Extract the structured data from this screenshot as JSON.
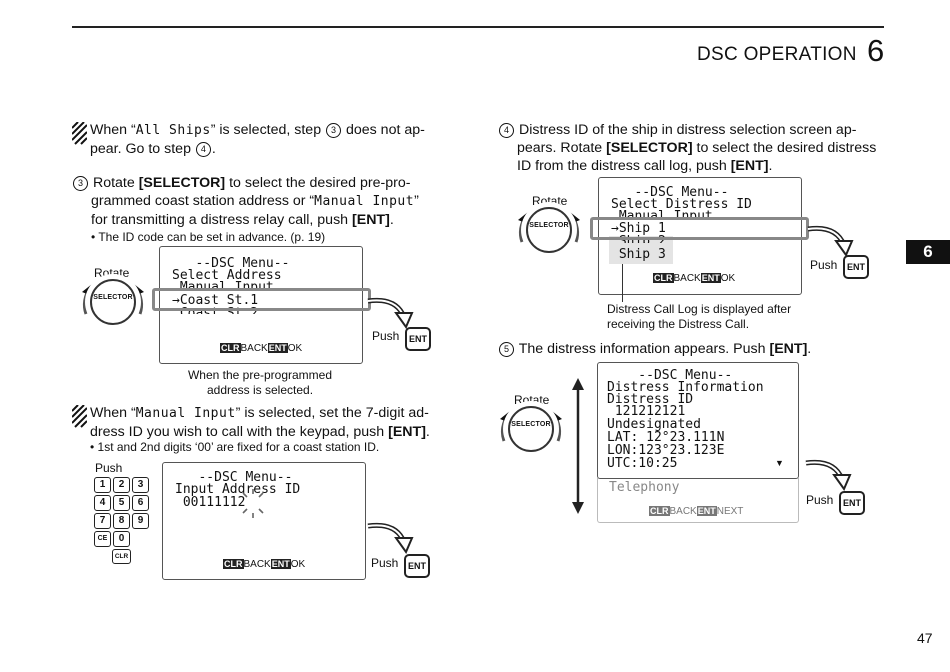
{
  "header": {
    "title": "DSC OPERATION",
    "chapter": "6",
    "side_tab": "6",
    "page_number": "47"
  },
  "left": {
    "note1": {
      "prefix": "When “",
      "mono": "All Ships",
      "mid": "” is selected, step ",
      "step_a": "3",
      "mid2": " does not ap-",
      "line2a": "pear. Go to step ",
      "step_b": "4",
      "line2b": "."
    },
    "step3": {
      "num": "3",
      "l1a": "Rotate ",
      "l1b": "[SELECTOR]",
      "l1c": " to select the desired pre-pro-",
      "l2a": "grammed coast station address or “",
      "l2mono": "Manual Input",
      "l2b": "”",
      "l3a": "for transmitting a distress relay call, push ",
      "l3b": "[ENT]",
      "l3c": ".",
      "bullet": "• The ID code can be set in advance. (p. 19)"
    },
    "fig1": {
      "rotate": "Rotate",
      "selector": "SELECTOR",
      "lines": [
        "   --DSC Menu--",
        "Select Address",
        " Manual Input"
      ],
      "selected": "→Coast St.1",
      "below": " Coast St.2",
      "clr": "CLR",
      "back": "BACK",
      "ent": "ENT",
      "ok": "OK",
      "push": "Push",
      "push_ent": "ENT",
      "caption1": "When the pre-programmed",
      "caption2": "address is selected."
    },
    "note2": {
      "prefix": "When “",
      "mono": "Manual Input",
      "l1b": "” is selected, set the 7-digit ad-",
      "l2a": "dress ID you wish to call with the keypad, push ",
      "l2b": "[ENT]",
      "l2c": ".",
      "bullet": "• 1st and 2nd digits ‘00’ are fixed for a coast station ID."
    },
    "fig2": {
      "push": "Push",
      "keys": [
        "1",
        "2",
        "3",
        "4",
        "5",
        "6",
        "7",
        "8",
        "9",
        "CE",
        "0"
      ],
      "clr_key": "CLR",
      "lines": [
        "   --DSC Menu--",
        "Input Address ID",
        " 0011111"
      ],
      "blink_digit": "2",
      "clr": "CLR",
      "back": "BACK",
      "ent": "ENT",
      "ok": "OK",
      "push_right": "Push",
      "push_ent": "ENT"
    }
  },
  "right": {
    "step4": {
      "num": "4",
      "l1": "Distress ID of the ship in distress selection screen ap-",
      "l2a": "pears. Rotate ",
      "l2b": "[SELECTOR]",
      "l2c": " to select the desired distress",
      "l3a": "ID from the distress call log, push ",
      "l3b": "[ENT]",
      "l3c": "."
    },
    "fig3": {
      "rotate": "Rotate",
      "selector": "SELECTOR",
      "lines": [
        "   --DSC Menu--",
        "Select Distress ID",
        " Manual Input"
      ],
      "selected": "→Ship 1",
      "after": [
        " Ship 2",
        " Ship 3"
      ],
      "clr": "CLR",
      "back": "BACK",
      "ent": "ENT",
      "ok": "OK",
      "push": "Push",
      "push_ent": "ENT",
      "caption1": "Distress Call Log is displayed after",
      "caption2": "receiving the Distress Call."
    },
    "step5": {
      "num": "5",
      "l1a": "The distress information appears. Push ",
      "l1b": "[ENT]",
      "l1c": "."
    },
    "fig4": {
      "rotate": "Rotate",
      "selector": "SELECTOR",
      "lines": [
        "    --DSC Menu--",
        "Distress Information",
        "Distress ID",
        " 121212121",
        "Undesignated",
        "LAT: 12°23.111N",
        "LON:123°23.123E",
        "UTC:10:25"
      ],
      "more_mark": "▼",
      "telephony": "Telephony",
      "clr": "CLR",
      "back": "BACK",
      "ent": "ENT",
      "next": "NEXT",
      "push": "Push",
      "push_ent": "ENT"
    }
  }
}
